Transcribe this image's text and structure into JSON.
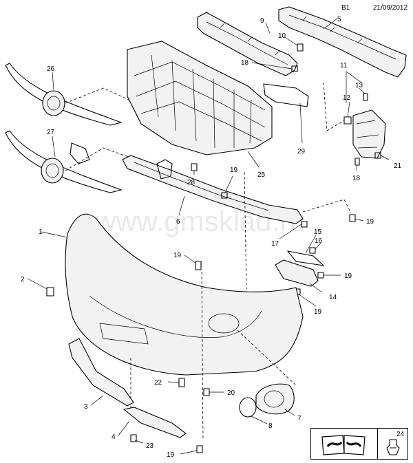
{
  "header": {
    "sheet": "B1",
    "date": "21/09/2012"
  },
  "watermark": "www.gmsklad.ru",
  "callouts": [
    {
      "id": "c1",
      "text": "1"
    },
    {
      "id": "c2",
      "text": "2"
    },
    {
      "id": "c3",
      "text": "3"
    },
    {
      "id": "c4",
      "text": "4"
    },
    {
      "id": "c5",
      "text": "5"
    },
    {
      "id": "c6",
      "text": "6"
    },
    {
      "id": "c7",
      "text": "7"
    },
    {
      "id": "c8",
      "text": "8"
    },
    {
      "id": "c9",
      "text": "9"
    },
    {
      "id": "c10",
      "text": "10"
    },
    {
      "id": "c11",
      "text": "11"
    },
    {
      "id": "c12",
      "text": "12"
    },
    {
      "id": "c13",
      "text": "13"
    },
    {
      "id": "c14",
      "text": "14"
    },
    {
      "id": "c15",
      "text": "15"
    },
    {
      "id": "c16",
      "text": "16"
    },
    {
      "id": "c17",
      "text": "17"
    },
    {
      "id": "c18a",
      "text": "18"
    },
    {
      "id": "c18b",
      "text": "18"
    },
    {
      "id": "c19a",
      "text": "19"
    },
    {
      "id": "c19b",
      "text": "19"
    },
    {
      "id": "c19c",
      "text": "19"
    },
    {
      "id": "c19d",
      "text": "19"
    },
    {
      "id": "c19e",
      "text": "19"
    },
    {
      "id": "c19f",
      "text": "19"
    },
    {
      "id": "c20",
      "text": "20"
    },
    {
      "id": "c21",
      "text": "21"
    },
    {
      "id": "c22",
      "text": "22"
    },
    {
      "id": "c23",
      "text": "23"
    },
    {
      "id": "c25",
      "text": "25"
    },
    {
      "id": "c26",
      "text": "26"
    },
    {
      "id": "c27",
      "text": "27"
    },
    {
      "id": "c28",
      "text": "28"
    },
    {
      "id": "c29",
      "text": "29"
    }
  ],
  "legend": {
    "ref": "24",
    "icon": "book-tool-icon",
    "clip_icon": "clip-icon"
  }
}
